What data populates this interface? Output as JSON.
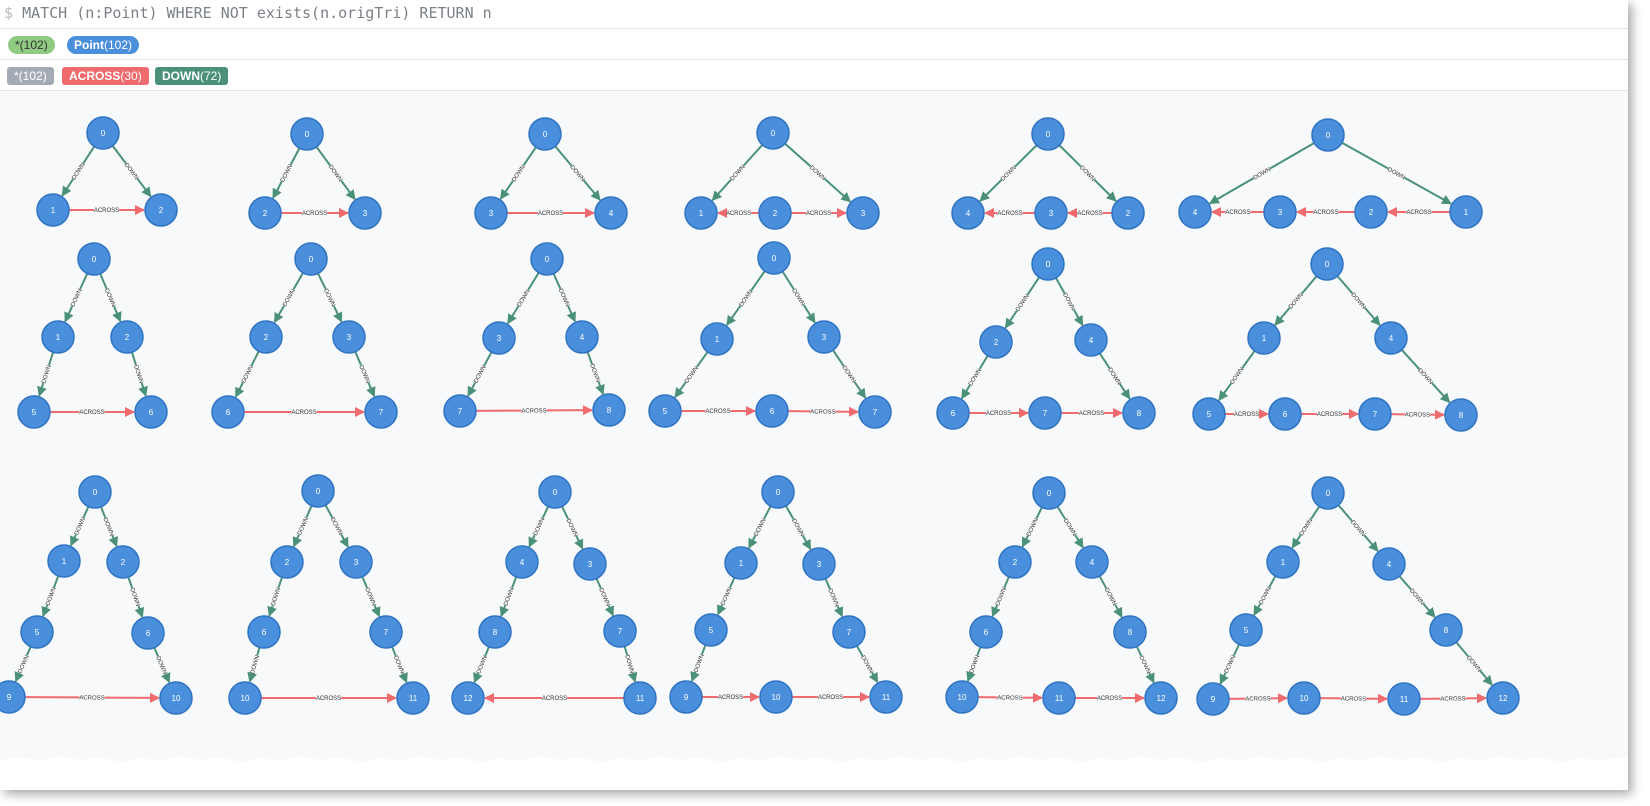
{
  "query": {
    "prompt": "$",
    "text": "MATCH (n:Point) WHERE NOT exists(n.origTri) RETURN n"
  },
  "node_legend": [
    {
      "label": "*",
      "count": "(102)",
      "color": "#8fcb83",
      "text_color": "#333333"
    },
    {
      "label": "Point",
      "count": "(102)",
      "color": "#4a8fdc",
      "text_color": "#ffffff"
    }
  ],
  "rel_legend": [
    {
      "label": "*",
      "count": "(102)",
      "color": "#a5abb6",
      "text_color": "#ffffff"
    },
    {
      "label": "ACROSS",
      "count": "(30)",
      "color": "#ef6b6e",
      "text_color": "#ffffff"
    },
    {
      "label": "DOWN",
      "count": "(72)",
      "color": "#4a9178",
      "text_color": "#ffffff"
    }
  ],
  "colors": {
    "node_fill": "#4a8fdc",
    "node_stroke": "#2f74c2",
    "down": "#4a9178",
    "across": "#ef6b6e"
  },
  "graphs": [
    {
      "nodes": [
        "0",
        "1",
        "2"
      ],
      "down": [
        [
          "0",
          "1"
        ],
        [
          "0",
          "2"
        ]
      ],
      "across": [
        [
          "1",
          "2"
        ]
      ]
    },
    {
      "nodes": [
        "0",
        "2",
        "3"
      ],
      "down": [
        [
          "0",
          "2"
        ],
        [
          "0",
          "3"
        ]
      ],
      "across": [
        [
          "2",
          "3"
        ]
      ]
    },
    {
      "nodes": [
        "0",
        "3",
        "4"
      ],
      "down": [
        [
          "0",
          "3"
        ],
        [
          "0",
          "4"
        ]
      ],
      "across": [
        [
          "3",
          "4"
        ]
      ]
    },
    {
      "nodes": [
        "0",
        "1",
        "2",
        "3"
      ],
      "down": [
        [
          "0",
          "1"
        ],
        [
          "0",
          "3"
        ]
      ],
      "across": [
        [
          "2",
          "1"
        ],
        [
          "2",
          "3"
        ]
      ]
    },
    {
      "nodes": [
        "0",
        "4",
        "3",
        "2"
      ],
      "down": [
        [
          "0",
          "4"
        ],
        [
          "0",
          "2"
        ]
      ],
      "across": [
        [
          "3",
          "4"
        ],
        [
          "2",
          "3"
        ]
      ]
    },
    {
      "nodes": [
        "0",
        "4",
        "3",
        "2",
        "1"
      ],
      "down": [
        [
          "0",
          "4"
        ],
        [
          "0",
          "1"
        ]
      ],
      "across": [
        [
          "3",
          "4"
        ],
        [
          "2",
          "3"
        ],
        [
          "1",
          "2"
        ]
      ]
    },
    {
      "nodes": [
        "0",
        "1",
        "2",
        "5",
        "6"
      ],
      "down": [
        [
          "0",
          "1"
        ],
        [
          "0",
          "2"
        ],
        [
          "1",
          "5"
        ],
        [
          "2",
          "6"
        ]
      ],
      "across": [
        [
          "5",
          "6"
        ]
      ]
    },
    {
      "nodes": [
        "0",
        "2",
        "3",
        "6",
        "7"
      ],
      "down": [
        [
          "0",
          "2"
        ],
        [
          "0",
          "3"
        ],
        [
          "2",
          "6"
        ],
        [
          "3",
          "7"
        ]
      ],
      "across": [
        [
          "6",
          "7"
        ]
      ]
    },
    {
      "nodes": [
        "0",
        "3",
        "4",
        "7",
        "8"
      ],
      "down": [
        [
          "0",
          "3"
        ],
        [
          "0",
          "4"
        ],
        [
          "3",
          "7"
        ],
        [
          "4",
          "8"
        ]
      ],
      "across": [
        [
          "7",
          "8"
        ]
      ]
    },
    {
      "nodes": [
        "0",
        "1",
        "3",
        "5",
        "6",
        "7"
      ],
      "down": [
        [
          "0",
          "1"
        ],
        [
          "0",
          "3"
        ],
        [
          "1",
          "5"
        ],
        [
          "3",
          "7"
        ]
      ],
      "across": [
        [
          "5",
          "6"
        ],
        [
          "6",
          "7"
        ]
      ]
    },
    {
      "nodes": [
        "0",
        "2",
        "4",
        "6",
        "7",
        "8"
      ],
      "down": [
        [
          "0",
          "2"
        ],
        [
          "0",
          "4"
        ],
        [
          "2",
          "6"
        ],
        [
          "4",
          "8"
        ]
      ],
      "across": [
        [
          "6",
          "7"
        ],
        [
          "7",
          "8"
        ]
      ]
    },
    {
      "nodes": [
        "0",
        "1",
        "4",
        "5",
        "6",
        "7",
        "8"
      ],
      "down": [
        [
          "0",
          "1"
        ],
        [
          "0",
          "4"
        ],
        [
          "1",
          "5"
        ],
        [
          "4",
          "8"
        ]
      ],
      "across": [
        [
          "5",
          "6"
        ],
        [
          "6",
          "7"
        ],
        [
          "7",
          "8"
        ]
      ]
    },
    {
      "nodes": [
        "0",
        "1",
        "2",
        "5",
        "6",
        "9",
        "10"
      ],
      "down": [
        [
          "0",
          "1"
        ],
        [
          "0",
          "2"
        ],
        [
          "1",
          "5"
        ],
        [
          "2",
          "6"
        ],
        [
          "5",
          "9"
        ],
        [
          "6",
          "10"
        ]
      ],
      "across": [
        [
          "9",
          "10"
        ]
      ]
    },
    {
      "nodes": [
        "0",
        "2",
        "3",
        "6",
        "7",
        "10",
        "11"
      ],
      "down": [
        [
          "0",
          "2"
        ],
        [
          "0",
          "3"
        ],
        [
          "2",
          "6"
        ],
        [
          "3",
          "7"
        ],
        [
          "6",
          "10"
        ],
        [
          "7",
          "11"
        ]
      ],
      "across": [
        [
          "10",
          "11"
        ]
      ]
    },
    {
      "nodes": [
        "0",
        "4",
        "3",
        "8",
        "7",
        "12",
        "11"
      ],
      "down": [
        [
          "0",
          "4"
        ],
        [
          "0",
          "3"
        ],
        [
          "4",
          "8"
        ],
        [
          "3",
          "7"
        ],
        [
          "8",
          "12"
        ],
        [
          "7",
          "11"
        ]
      ],
      "across": [
        [
          "11",
          "12"
        ]
      ]
    },
    {
      "nodes": [
        "0",
        "1",
        "3",
        "5",
        "7",
        "9",
        "10",
        "11"
      ],
      "down": [
        [
          "0",
          "1"
        ],
        [
          "0",
          "3"
        ],
        [
          "1",
          "5"
        ],
        [
          "3",
          "7"
        ],
        [
          "5",
          "9"
        ],
        [
          "7",
          "11"
        ]
      ],
      "across": [
        [
          "9",
          "10"
        ],
        [
          "10",
          "11"
        ]
      ]
    },
    {
      "nodes": [
        "0",
        "2",
        "4",
        "6",
        "8",
        "10",
        "11",
        "12"
      ],
      "down": [
        [
          "0",
          "2"
        ],
        [
          "0",
          "4"
        ],
        [
          "2",
          "6"
        ],
        [
          "4",
          "8"
        ],
        [
          "6",
          "10"
        ],
        [
          "8",
          "12"
        ]
      ],
      "across": [
        [
          "10",
          "11"
        ],
        [
          "11",
          "12"
        ]
      ]
    },
    {
      "nodes": [
        "0",
        "1",
        "4",
        "5",
        "8",
        "9",
        "10",
        "11",
        "12"
      ],
      "down": [
        [
          "0",
          "1"
        ],
        [
          "0",
          "4"
        ],
        [
          "1",
          "5"
        ],
        [
          "4",
          "8"
        ],
        [
          "5",
          "9"
        ],
        [
          "8",
          "12"
        ]
      ],
      "across": [
        [
          "9",
          "10"
        ],
        [
          "10",
          "11"
        ],
        [
          "11",
          "12"
        ]
      ]
    }
  ],
  "edge_labels": {
    "down": "DOWN",
    "across": "ACROSS"
  }
}
